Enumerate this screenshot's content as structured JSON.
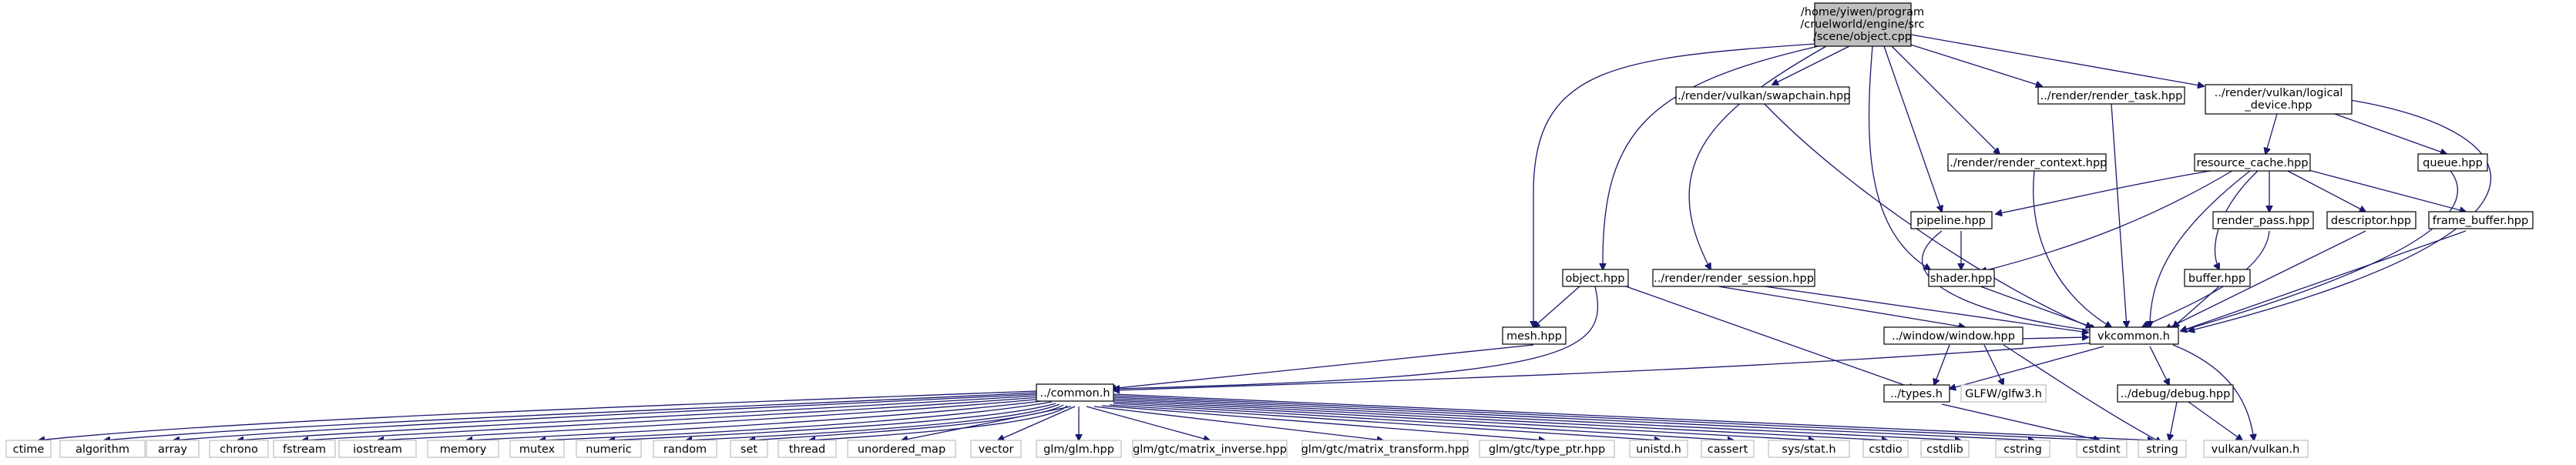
{
  "nodes": {
    "root_line1": "/home/yiwen/program",
    "root_line2": "/cruelworld/engine/src",
    "root_line3": "/scene/object.cpp",
    "swapchain": "../render/vulkan/swapchain.hpp",
    "render_task": "../render/render_task.hpp",
    "logical_line1": "../render/vulkan/logical",
    "logical_line2": "_device.hpp",
    "render_context": "../render/render_context.hpp",
    "resource_cache": "resource_cache.hpp",
    "queue": "queue.hpp",
    "pipeline": "pipeline.hpp",
    "render_pass": "render_pass.hpp",
    "descriptor": "descriptor.hpp",
    "frame_buffer": "frame_buffer.hpp",
    "object_hpp": "object.hpp",
    "render_session": "../render/render_session.hpp",
    "shader": "shader.hpp",
    "buffer": "buffer.hpp",
    "mesh": "mesh.hpp",
    "window": "../window/window.hpp",
    "vkcommon": "vkcommon.h",
    "common": "../common.h",
    "types": "../types.h",
    "glfw": "GLFW/glfw3.h",
    "debug": "../debug/debug.hpp",
    "vulkan": "vulkan/vulkan.h",
    "string": "string",
    "cstdint": "cstdint",
    "sys_headers": [
      "ctime",
      "algorithm",
      "array",
      "chrono",
      "fstream",
      "iostream",
      "memory",
      "mutex",
      "numeric",
      "random",
      "set",
      "thread",
      "unordered_map",
      "vector",
      "glm/glm.hpp",
      "glm/gtc/matrix_inverse.hpp",
      "glm/gtc/matrix_transform.hpp",
      "glm/gtc/type_ptr.hpp",
      "unistd.h",
      "cassert",
      "sys/stat.h",
      "cstdio",
      "cstdlib",
      "cstring"
    ]
  },
  "colors": {
    "edge": "#191970",
    "focus_fill": "#bfbfbf",
    "system_border": "#bfbfbf",
    "border": "#000000"
  }
}
